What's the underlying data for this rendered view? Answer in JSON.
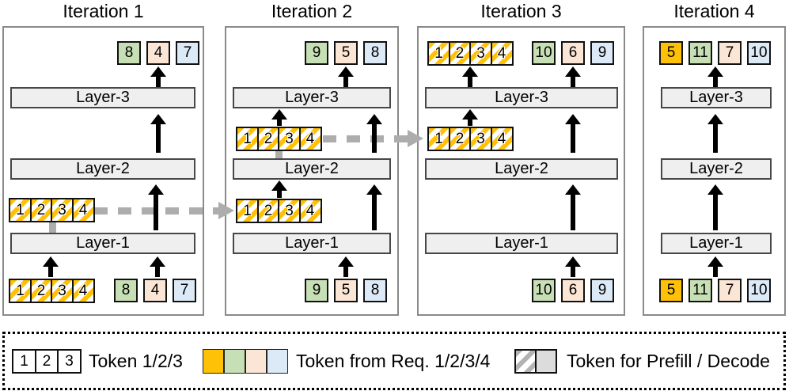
{
  "colors": {
    "req1_amber": "#FFC107",
    "req2_green": "#C7DFB5",
    "req3_peach": "#FBE5D4",
    "req4_blue": "#DCE9F6",
    "prefill_hatch_gray": "#B3B3B3",
    "decode_gray": "#DCDCDC",
    "layer_fill": "#EFEFEF",
    "flow_arrow_gray": "#ADADAD",
    "black_arrow": "#000000"
  },
  "layer_labels": [
    "Layer-3",
    "Layer-2",
    "Layer-1"
  ],
  "prefill_strip": [
    "1",
    "2",
    "3",
    "4"
  ],
  "panels": [
    {
      "title": "Iteration 1",
      "output_tokens": [
        "8",
        "4",
        "7"
      ],
      "input_tokens": [
        "8",
        "4",
        "7"
      ]
    },
    {
      "title": "Iteration 2",
      "output_tokens": [
        "9",
        "5",
        "8"
      ],
      "input_tokens": [
        "9",
        "5",
        "8"
      ]
    },
    {
      "title": "Iteration 3",
      "output_tokens": [
        "10",
        "6",
        "9"
      ],
      "input_tokens": [
        "10",
        "6",
        "9"
      ]
    },
    {
      "title": "Iteration 4",
      "output_tokens": [
        "5",
        "11",
        "7",
        "10"
      ],
      "input_tokens": [
        "5",
        "11",
        "7",
        "10"
      ]
    }
  ],
  "legend": {
    "token_cells": [
      "1",
      "2",
      "3"
    ],
    "token_label": "Token 1/2/3",
    "req_label": "Token from Req. 1/2/3/4",
    "prefill_label": "Token for Prefill / Decode"
  }
}
